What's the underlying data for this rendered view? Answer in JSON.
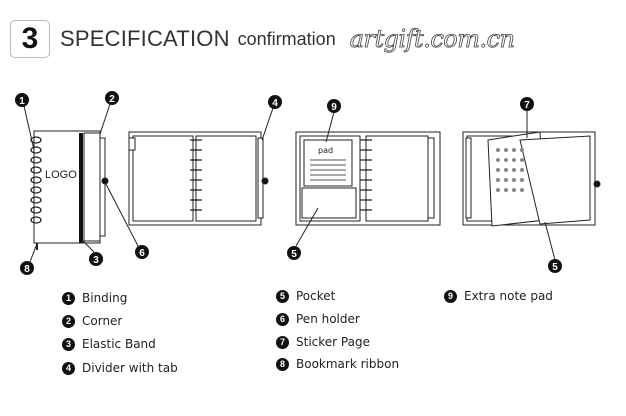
{
  "header": {
    "step": "3",
    "title": "SPECIFICATION",
    "subtitle": "confirmation",
    "brand": "artgift.com.cn"
  },
  "diagram": {
    "logo_text": "LOGO",
    "pad_text": "pad",
    "callouts": [
      "1",
      "2",
      "3",
      "4",
      "5",
      "6",
      "7",
      "8",
      "9",
      "5"
    ]
  },
  "legend": [
    {
      "num": "1",
      "label": "Binding"
    },
    {
      "num": "2",
      "label": "Corner"
    },
    {
      "num": "3",
      "label": "Elastic Band"
    },
    {
      "num": "4",
      "label": "Divider with tab"
    },
    {
      "num": "5",
      "label": "Pocket"
    },
    {
      "num": "6",
      "label": "Pen holder"
    },
    {
      "num": "7",
      "label": "Sticker Page"
    },
    {
      "num": "8",
      "label": "Bookmark ribbon"
    },
    {
      "num": "9",
      "label": "Extra note pad"
    }
  ]
}
